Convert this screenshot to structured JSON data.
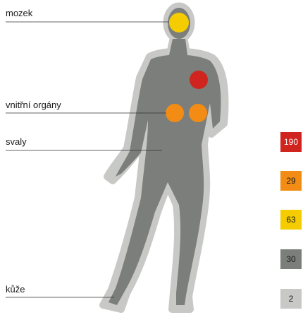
{
  "labels": {
    "brain": "mozek",
    "organs": "vnitřní orgány",
    "muscles": "svaly",
    "skin": "kůže"
  },
  "legend": [
    {
      "value": "190",
      "color": "#d0241e",
      "text_color": "#ffffff"
    },
    {
      "value": "29",
      "color": "#f28c14",
      "text_color": "#1a1a1a"
    },
    {
      "value": "63",
      "color": "#f4cc00",
      "text_color": "#1a1a1a"
    },
    {
      "value": "30",
      "color": "#7b7e7a",
      "text_color": "#1a1a1a"
    },
    {
      "value": "2",
      "color": "#c8c9c7",
      "text_color": "#1a1a1a"
    }
  ],
  "colors": {
    "body_outline": "#c8c9c7",
    "body_fill": "#7b7e7a"
  }
}
